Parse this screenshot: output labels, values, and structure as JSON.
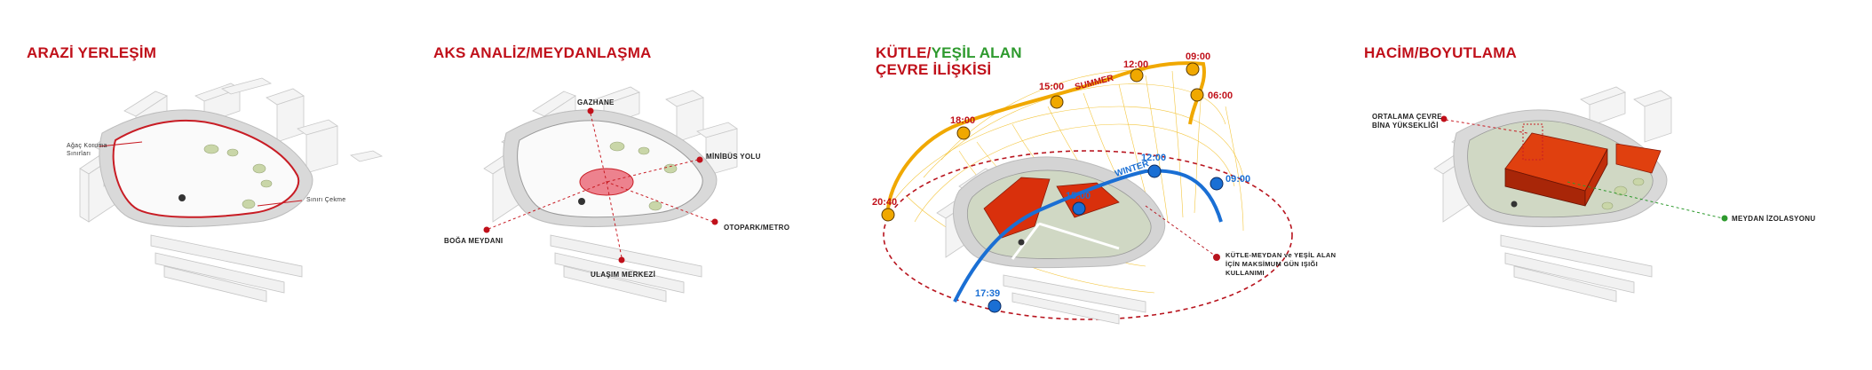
{
  "colors": {
    "title_red": "#c0101a",
    "title_green": "#2e9a2e",
    "accent_red": "#b8141e",
    "sun_orange": "#f0a800",
    "winter_blue": "#1a6fd4",
    "building_red": "#d9300c"
  },
  "panel1": {
    "title": "ARAZİ YERLEŞİM",
    "label_tree": "Ağaç Koruma Sınırları",
    "label_edge": "Sınırı Çekme"
  },
  "panel2": {
    "title": "AKS ANALİZ/MEYDANLAŞMA",
    "label_gazhane": "GAZHANE",
    "label_minibus": "MİNİBÜS YOLU",
    "label_otopark": "OTOPARK/METRO",
    "label_boga": "BOĞA MEYDANI",
    "label_ulasim": "ULAŞIM MERKEZİ"
  },
  "panel3": {
    "title_part1": "KÜTLE/",
    "title_part2": "YEŞİL ALAN",
    "title_line2": "ÇEVRE İLİŞKİSİ",
    "summer_label": "SUMMER",
    "winter_label": "WINTER",
    "summer_times": [
      "09:00",
      "06:00",
      "12:00",
      "15:00",
      "18:00",
      "20:40"
    ],
    "winter_times": [
      "09:00",
      "12:00",
      "15:00",
      "17:39"
    ],
    "note": "KÜTLE-MEYDAN ve YEŞİL ALAN İÇİN MAKSİMUM GÜN IŞIĞI KULLANIMI"
  },
  "panel4": {
    "title": "HACİM/BOYUTLAMA",
    "label_height": "ORTALAMA ÇEVRE BİNA YÜKSEKLİĞİ",
    "label_isolation": "MEYDAN İZOLASYONU"
  }
}
